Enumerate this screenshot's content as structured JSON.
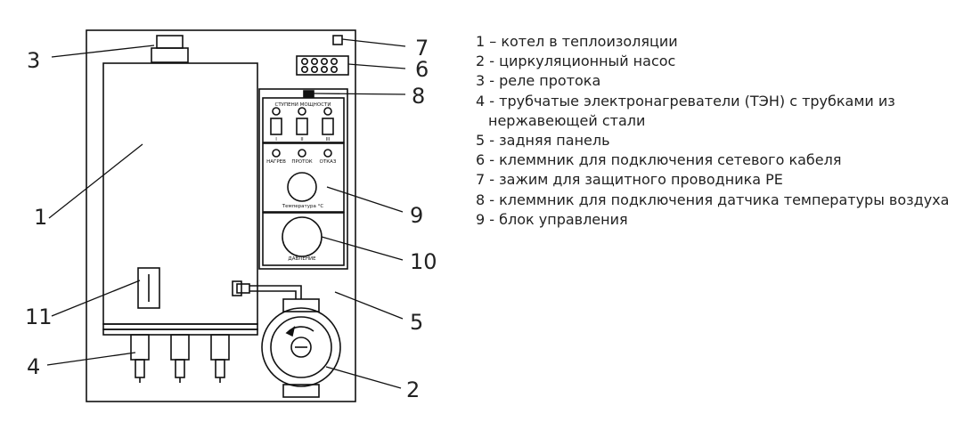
{
  "panel_labels": {
    "power_stages": "СТУПЕНИ МОЩНОСТИ",
    "stage_1": "I",
    "stage_2": "II",
    "stage_3": "III",
    "heating": "НАГРЕВ",
    "flow": "ПРОТОК",
    "fault": "ОТКАЗ",
    "temperature": "Температура °С",
    "pressure": "ДАВЛЕНИЕ"
  },
  "callouts": {
    "n1": "1",
    "n2": "2",
    "n3": "3",
    "n4": "4",
    "n5": "5",
    "n6": "6",
    "n7": "7",
    "n8": "8",
    "n9": "9",
    "n10": "10",
    "n11": "11"
  },
  "legend": [
    {
      "text": "1 – котел в теплоизоляции"
    },
    {
      "text": "2 - циркуляционный насос"
    },
    {
      "text": "3 - реле протока"
    },
    {
      "text": "4 - трубчатые электронагреватели (ТЭН) с трубками из",
      "cont": "нержавеющей стали"
    },
    {
      "text": "5 - задняя панель"
    },
    {
      "text": "6 - клеммник для подключения сетевого кабеля"
    },
    {
      "text": "7 - зажим для защитного проводника PE"
    },
    {
      "text": "8 - клеммник для подключения датчика температуры воздуха"
    },
    {
      "text": "9 - блок управления"
    }
  ]
}
